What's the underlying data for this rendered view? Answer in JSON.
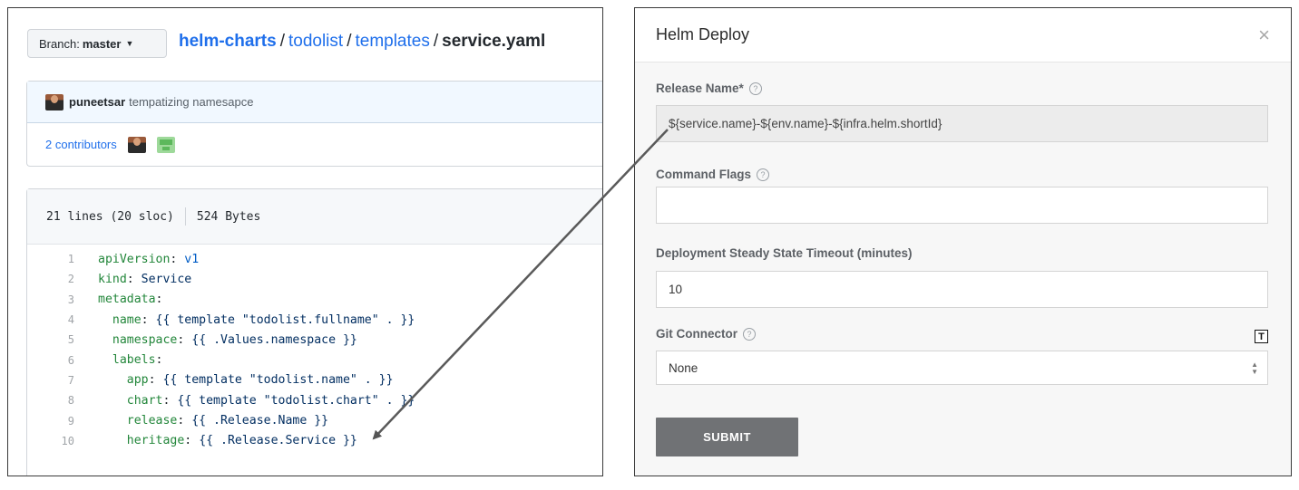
{
  "github": {
    "branch_prefix": "Branch:",
    "branch_name": "master",
    "breadcrumb": {
      "repo": "helm-charts",
      "sep": "/",
      "dir1": "todolist",
      "dir2": "templates",
      "file": "service.yaml"
    },
    "commit": {
      "author": "puneetsar",
      "message": "tempatizing namesapce"
    },
    "contributors": "2 contributors",
    "file_info": {
      "lines": "21 lines (20 sloc)",
      "size": "524 Bytes"
    },
    "code": [
      {
        "n": "1",
        "indent": "",
        "key": "apiVersion",
        "sep": ": ",
        "val": "v1",
        "vtype": "v"
      },
      {
        "n": "2",
        "indent": "",
        "key": "kind",
        "sep": ": ",
        "val": "Service",
        "vtype": "d"
      },
      {
        "n": "3",
        "indent": "",
        "key": "metadata",
        "sep": ":",
        "val": "",
        "vtype": "d"
      },
      {
        "n": "4",
        "indent": "  ",
        "key": "name",
        "sep": ": ",
        "val": "{{ template \"todolist.fullname\" . }}",
        "vtype": "d"
      },
      {
        "n": "5",
        "indent": "  ",
        "key": "namespace",
        "sep": ": ",
        "val": "{{ .Values.namespace }}",
        "vtype": "d"
      },
      {
        "n": "6",
        "indent": "  ",
        "key": "labels",
        "sep": ":",
        "val": "",
        "vtype": "d"
      },
      {
        "n": "7",
        "indent": "    ",
        "key": "app",
        "sep": ": ",
        "val": "{{ template \"todolist.name\" . }}",
        "vtype": "d"
      },
      {
        "n": "8",
        "indent": "    ",
        "key": "chart",
        "sep": ": ",
        "val": "{{ template \"todolist.chart\" . }}",
        "vtype": "d"
      },
      {
        "n": "9",
        "indent": "    ",
        "key": "release",
        "sep": ": ",
        "val": "{{ .Release.Name }}",
        "vtype": "d"
      },
      {
        "n": "10",
        "indent": "    ",
        "key": "heritage",
        "sep": ": ",
        "val": "{{ .Release.Service }}",
        "vtype": "d"
      }
    ]
  },
  "dialog": {
    "title": "Helm Deploy",
    "close_glyph": "×",
    "help_glyph": "?",
    "release_name": {
      "label": "Release Name*",
      "value": "${service.name}-${env.name}-${infra.helm.shortId}"
    },
    "command_flags": {
      "label": "Command Flags",
      "value": ""
    },
    "timeout": {
      "label": "Deployment Steady State Timeout (minutes)",
      "value": "10"
    },
    "git_connector": {
      "label": "Git Connector",
      "value": "None",
      "toggle_glyph": "T"
    },
    "submit_label": "SUBMIT"
  },
  "colors": {
    "link": "#1f6feb",
    "yaml_key": "#22863a",
    "yaml_const": "#005cc5",
    "yaml_str": "#032f62",
    "submit_bg": "#707275"
  }
}
